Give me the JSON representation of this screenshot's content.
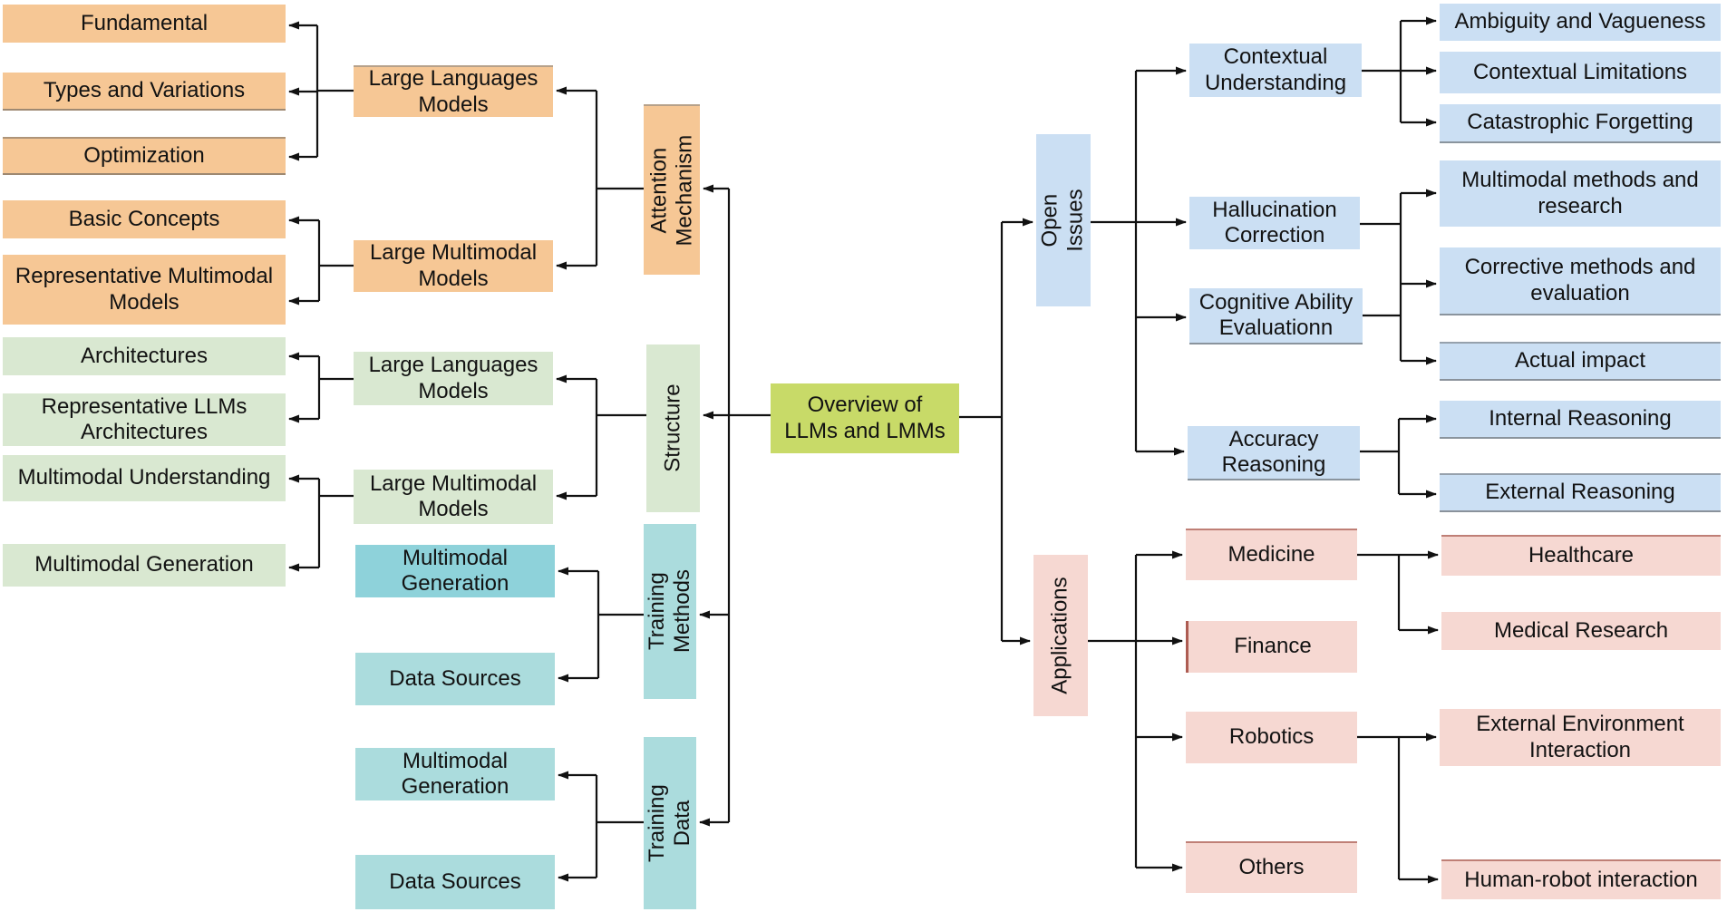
{
  "diagram_title": "Overview of LLMs and LMMs taxonomy",
  "colors": {
    "orange": "#f6c795",
    "green": "#d9e8d1",
    "teal": "#abdcdd",
    "teal_dark": "#8ed2da",
    "blue": "#cbdff3",
    "pink": "#f6d8d2",
    "lime": "#c8da68",
    "line": "#111111"
  },
  "nodes": {
    "overview": {
      "label": "Overview of\nLLMs and LMMs"
    },
    "attention": {
      "label": "Attention\nMechanism"
    },
    "structure": {
      "label": "Structure"
    },
    "training_methods": {
      "label": "Training\nMethods"
    },
    "training_data": {
      "label": "Training Data"
    },
    "open_issues": {
      "label": "Open Issues"
    },
    "applications": {
      "label": "Applications"
    },
    "llm_orange": {
      "label": "Large Languages\nModels"
    },
    "lmm_orange": {
      "label": "Large Multimodal\nModels"
    },
    "fundamental": {
      "label": "Fundamental"
    },
    "types_variations": {
      "label": "Types and Variations"
    },
    "optimization": {
      "label": "Optimization"
    },
    "basic_concepts": {
      "label": "Basic Concepts"
    },
    "rep_multimodal": {
      "label": "Representative Multimodal\nModels"
    },
    "llm_green": {
      "label": "Large Languages\nModels"
    },
    "lmm_green": {
      "label": "Large Multimodal\nModels"
    },
    "architectures": {
      "label": "Architectures"
    },
    "rep_llms_arch": {
      "label": "Representative LLMs\nArchitectures"
    },
    "mm_understanding": {
      "label": "Multimodal Understanding"
    },
    "mm_generation_left": {
      "label": "Multimodal Generation"
    },
    "mm_gen_teal1": {
      "label": "Multimodal\nGeneration"
    },
    "data_sources1": {
      "label": "Data Sources"
    },
    "mm_gen_teal2": {
      "label": "Multimodal\nGeneration"
    },
    "data_sources2": {
      "label": "Data Sources"
    },
    "contextual_und": {
      "label": "Contextual\nUnderstanding"
    },
    "hallucination": {
      "label": "Hallucination\nCorrection"
    },
    "cognitive": {
      "label": "Cognitive Ability\nEvaluationn"
    },
    "accuracy": {
      "label": "Accuracy\nReasoning"
    },
    "ambiguity": {
      "label": "Ambiguity and Vagueness"
    },
    "ctx_limitations": {
      "label": "Contextual Limitations"
    },
    "catastrophic": {
      "label": "Catastrophic Forgetting"
    },
    "mm_methods": {
      "label": "Multimodal methods and\nresearch"
    },
    "corrective": {
      "label": "Corrective methods and\nevaluation"
    },
    "actual_impact": {
      "label": "Actual impact"
    },
    "internal_reason": {
      "label": "Internal  Reasoning"
    },
    "external_reason": {
      "label": "External Reasoning"
    },
    "medicine": {
      "label": "Medicine"
    },
    "finance": {
      "label": "Finance"
    },
    "robotics": {
      "label": "Robotics"
    },
    "others": {
      "label": "Others"
    },
    "healthcare": {
      "label": "Healthcare"
    },
    "medical_research": {
      "label": "Medical Research"
    },
    "ext_env": {
      "label": "External Environment\nInteraction"
    },
    "human_robot": {
      "label": "Human-robot interaction"
    }
  },
  "tree": [
    {
      "parent": "Overview of LLMs and LMMs",
      "children": [
        "Attention Mechanism",
        "Structure",
        "Training Methods",
        "Training Data",
        "Open Issues",
        "Applications"
      ]
    },
    {
      "parent": "Attention Mechanism",
      "children": [
        "Large Languages Models",
        "Large Multimodal Models"
      ]
    },
    {
      "parent": "Large Languages Models (Attention Mechanism)",
      "children": [
        "Fundamental",
        "Types and Variations",
        "Optimization"
      ]
    },
    {
      "parent": "Large Multimodal Models (Attention Mechanism)",
      "children": [
        "Basic Concepts",
        "Representative Multimodal Models"
      ]
    },
    {
      "parent": "Structure",
      "children": [
        "Large Languages Models",
        "Large Multimodal Models"
      ]
    },
    {
      "parent": "Large Languages Models (Structure)",
      "children": [
        "Architectures",
        "Representative LLMs Architectures"
      ]
    },
    {
      "parent": "Large Multimodal Models (Structure)",
      "children": [
        "Multimodal Understanding",
        "Multimodal Generation"
      ]
    },
    {
      "parent": "Training Methods",
      "children": [
        "Multimodal Generation",
        "Data Sources"
      ]
    },
    {
      "parent": "Training Data",
      "children": [
        "Multimodal Generation",
        "Data Sources"
      ]
    },
    {
      "parent": "Open Issues",
      "children": [
        "Contextual Understanding",
        "Hallucination Correction",
        "Cognitive Ability Evaluationn",
        "Accuracy Reasoning"
      ]
    },
    {
      "parent": "Contextual Understanding",
      "children": [
        "Ambiguity and Vagueness",
        "Contextual Limitations",
        "Catastrophic Forgetting"
      ]
    },
    {
      "parent": "Hallucination Correction / Cognitive Ability Evaluationn",
      "children": [
        "Multimodal methods and research",
        "Corrective methods and evaluation",
        "Actual impact"
      ]
    },
    {
      "parent": "Accuracy Reasoning",
      "children": [
        "Internal Reasoning",
        "External Reasoning"
      ]
    },
    {
      "parent": "Applications",
      "children": [
        "Medicine",
        "Finance",
        "Robotics",
        "Others"
      ]
    },
    {
      "parent": "Medicine",
      "children": [
        "Healthcare",
        "Medical Research"
      ]
    },
    {
      "parent": "Robotics",
      "children": [
        "External Environment Interaction",
        "Human-robot interaction"
      ]
    }
  ]
}
